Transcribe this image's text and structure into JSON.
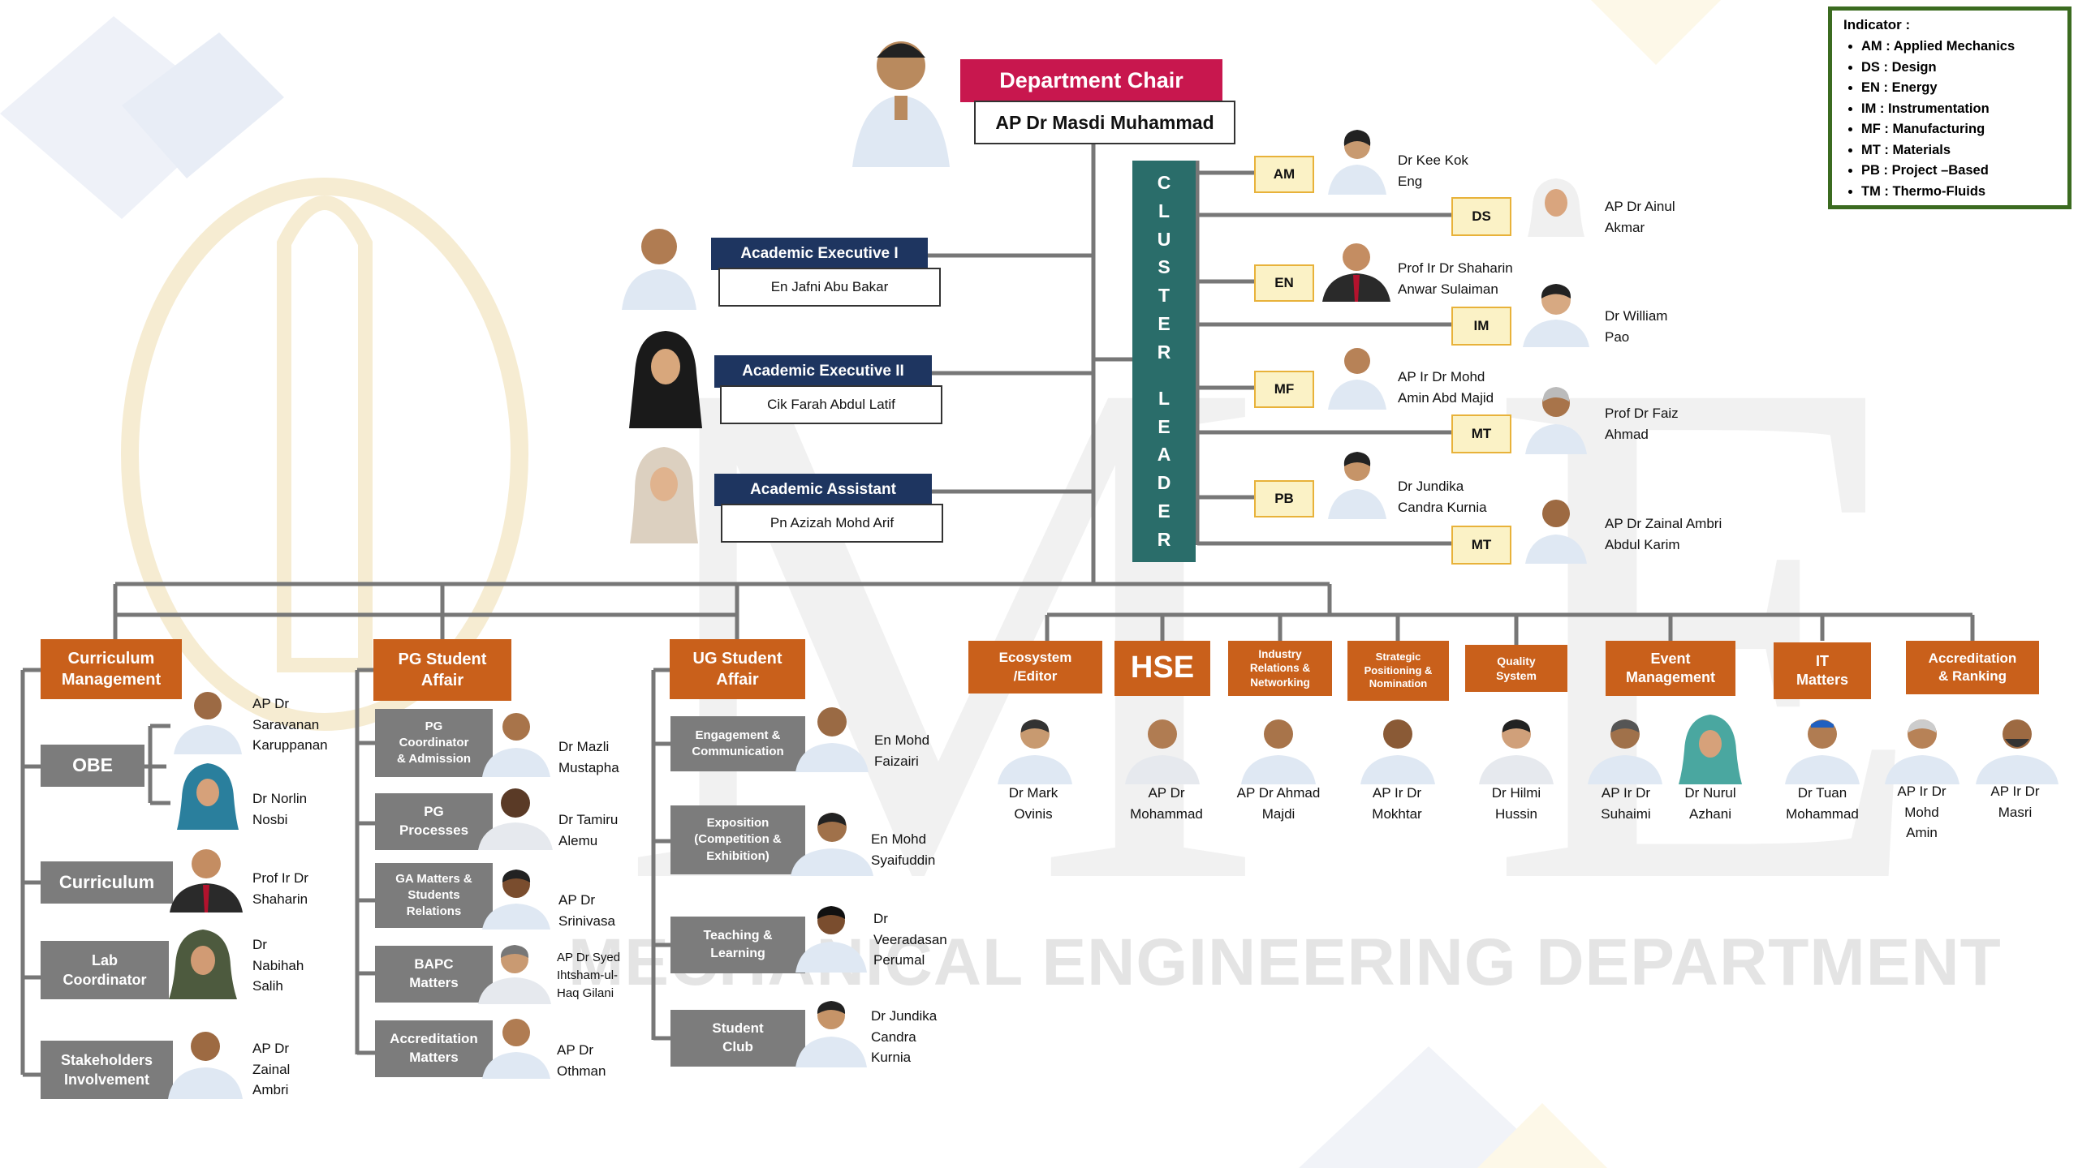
{
  "chair": {
    "title": "Department Chair",
    "name": "AP Dr Masdi Muhammad"
  },
  "admin": [
    {
      "title": "Academic Executive I",
      "name": "En Jafni Abu Bakar"
    },
    {
      "title": "Academic Executive II",
      "name": "Cik Farah Abdul Latif"
    },
    {
      "title": "Academic Assistant",
      "name": "Pn Azizah Mohd Arif"
    }
  ],
  "cluster": {
    "letters_top": [
      "C",
      "L",
      "U",
      "S",
      "T",
      "E",
      "R"
    ],
    "letters_bottom": [
      "L",
      "E",
      "A",
      "D",
      "E",
      "R"
    ]
  },
  "clusters": [
    {
      "code": "AM",
      "name": "Dr Kee Kok",
      "name2": "Eng"
    },
    {
      "code": "DS",
      "name": "AP Dr Ainul",
      "name2": "Akmar"
    },
    {
      "code": "EN",
      "name": "Prof Ir Dr Shaharin",
      "name2": "Anwar Sulaiman"
    },
    {
      "code": "IM",
      "name": "Dr William",
      "name2": "Pao"
    },
    {
      "code": "MF",
      "name": "AP Ir Dr Mohd",
      "name2": "Amin Abd Majid"
    },
    {
      "code": "MT",
      "name": "Prof Dr Faiz",
      "name2": "Ahmad"
    },
    {
      "code": "PB",
      "name": "Dr Jundika",
      "name2": "Candra Kurnia"
    },
    {
      "code": "MT",
      "name": "AP Dr Zainal Ambri",
      "name2": "Abdul Karim"
    }
  ],
  "legend": {
    "title": "Indicator :",
    "items": [
      "AM : Applied Mechanics",
      "DS : Design",
      "EN : Energy",
      "IM : Instrumentation",
      "MF : Manufacturing",
      "MT : Materials",
      "PB : Project –Based",
      "TM : Thermo-Fluids"
    ]
  },
  "watermark": {
    "text": "MECHANICAL ENGINEERING DEPARTMENT"
  },
  "curriculum": {
    "header": [
      "Curriculum",
      "Management"
    ],
    "obe": {
      "label": "OBE",
      "people": [
        [
          "AP Dr",
          "Saravanan",
          "Karuppanan"
        ],
        [
          "Dr Norlin",
          "Nosbi"
        ]
      ]
    },
    "curr": {
      "label": "Curriculum",
      "people": [
        [
          "Prof Ir Dr",
          "Shaharin"
        ]
      ]
    },
    "lab": {
      "label": [
        "Lab",
        "Coordinator"
      ],
      "people": [
        [
          "Dr",
          "Nabihah",
          "Salih"
        ]
      ]
    },
    "stake": {
      "label": [
        "Stakeholders",
        "Involvement"
      ],
      "people": [
        [
          "AP Dr",
          "Zainal",
          "Ambri"
        ]
      ]
    }
  },
  "pg": {
    "header": [
      "PG Student",
      "Affair"
    ],
    "rows": [
      {
        "label": [
          "PG",
          "Coordinator",
          "& Admission"
        ],
        "person": [
          "Dr Mazli",
          "Mustapha"
        ]
      },
      {
        "label": [
          "PG",
          "Processes"
        ],
        "person": [
          "Dr Tamiru",
          "Alemu"
        ]
      },
      {
        "label": [
          "GA Matters &",
          "Students",
          "Relations"
        ],
        "person": [
          "AP Dr",
          "Srinivasa"
        ]
      },
      {
        "label": [
          "BAPC",
          "Matters"
        ],
        "person": [
          "AP Dr Syed",
          "Ihtsham-ul-",
          "Haq Gilani"
        ]
      },
      {
        "label": [
          "Accreditation",
          "Matters"
        ],
        "person": [
          "AP Dr",
          "Othman"
        ]
      }
    ]
  },
  "ug": {
    "header": [
      "UG Student",
      "Affair"
    ],
    "rows": [
      {
        "label": [
          "Engagement &",
          "Communication"
        ],
        "person": [
          "En Mohd",
          "Faizairi"
        ]
      },
      {
        "label": [
          "Exposition",
          "(Competition &",
          "Exhibition)"
        ],
        "person": [
          "En Mohd",
          "Syaifuddin"
        ]
      },
      {
        "label": [
          "Teaching &",
          "Learning"
        ],
        "person": [
          "Dr",
          "Veeradasan",
          "Perumal"
        ]
      },
      {
        "label": [
          "Student",
          "Club"
        ],
        "person": [
          "Dr Jundika",
          "Candra",
          "Kurnia"
        ]
      }
    ]
  },
  "committees": [
    {
      "label": [
        "Ecosystem",
        "/Editor"
      ],
      "people": [
        [
          "Dr Mark",
          "Ovinis"
        ]
      ]
    },
    {
      "label": [
        "HSE"
      ],
      "people": [
        [
          "AP Dr",
          "Mohammad"
        ]
      ]
    },
    {
      "label": [
        "Industry",
        "Relations &",
        "Networking"
      ],
      "people": [
        [
          "AP Dr Ahmad",
          "Majdi"
        ]
      ]
    },
    {
      "label": [
        "Strategic",
        "Positioning &",
        "Nomination"
      ],
      "people": [
        [
          "AP Ir Dr",
          "Mokhtar"
        ]
      ]
    },
    {
      "label": [
        "Quality",
        "System"
      ],
      "people": [
        [
          "Dr Hilmi",
          "Hussin"
        ]
      ]
    },
    {
      "label": [
        "Event",
        "Management"
      ],
      "people": [
        [
          "AP Ir Dr",
          "Suhaimi"
        ],
        [
          "Dr Nurul",
          "Azhani"
        ]
      ]
    },
    {
      "label": [
        "IT",
        "Matters"
      ],
      "people": [
        [
          "Dr Tuan",
          "Mohammad"
        ]
      ]
    },
    {
      "label": [
        "Accreditation",
        "& Ranking"
      ],
      "people": [
        [
          "AP Ir Dr",
          "Mohd",
          "Amin"
        ],
        [
          "AP Ir Dr",
          "Masri"
        ]
      ]
    }
  ],
  "colors": {
    "red": "#c8174e",
    "navy": "#1e3560",
    "teal": "#2a6d6a",
    "orange": "#c9601b",
    "grey": "#7c7c7c",
    "line": "#777777",
    "legend_border": "#3b6b20"
  }
}
